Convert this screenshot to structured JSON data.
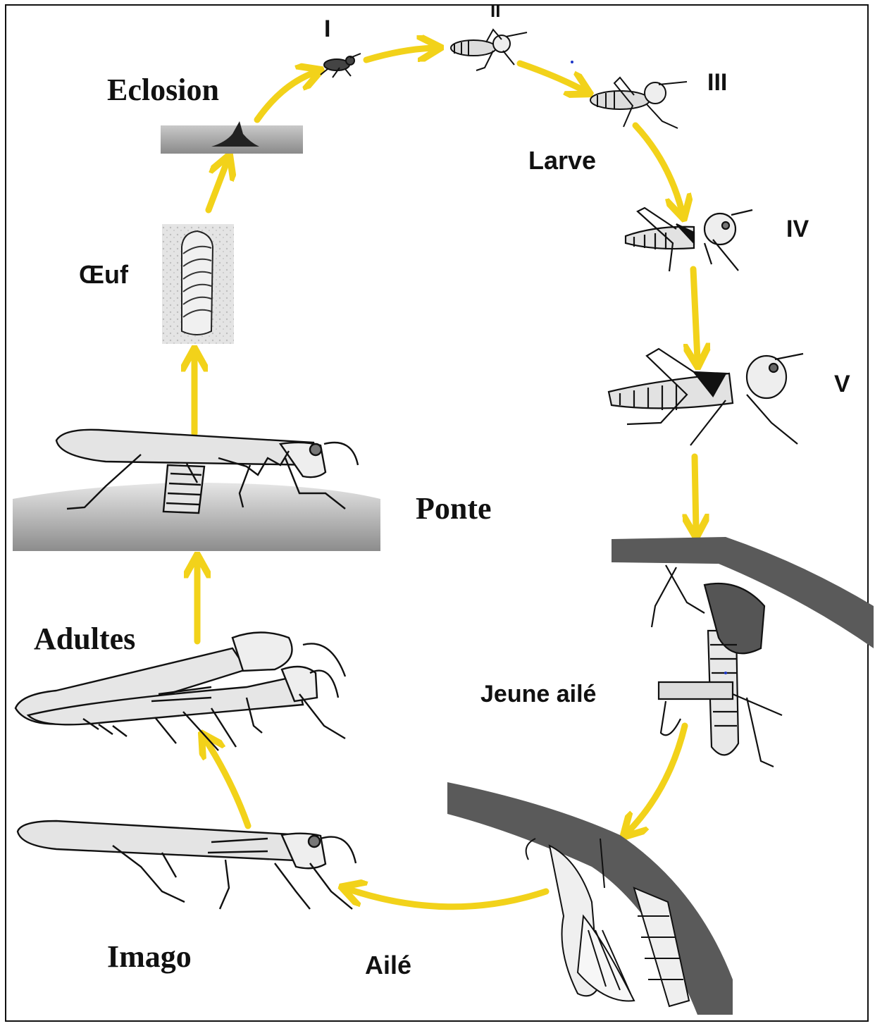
{
  "stages": {
    "eclosion": "Eclosion",
    "oeuf": "Œuf",
    "ponte": "Ponte",
    "adultes": "Adultes",
    "imago": "Imago",
    "aile": "Ailé",
    "jeune_aile": "Jeune ailé",
    "larve": "Larve"
  },
  "instars": [
    "I",
    "II",
    "III",
    "IV",
    "V"
  ],
  "colors": {
    "arrow": "#f2d21a",
    "branch": "#5a5a5a",
    "ground": "#9a9a9a",
    "outline": "#111111"
  }
}
